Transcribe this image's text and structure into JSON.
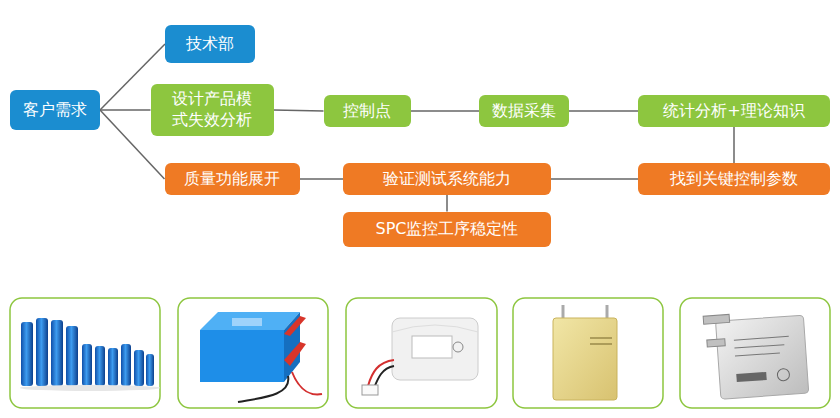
{
  "diagram": {
    "nodes": [
      {
        "text": [
          "客户需求"
        ]
      },
      {
        "text": [
          "技术部"
        ]
      },
      {
        "text": [
          "设计产品模式失效分析"
        ]
      },
      {
        "text": [
          "控制点"
        ]
      },
      {
        "text": [
          "数据采集"
        ]
      },
      {
        "text": [
          "统计分析+理论知识"
        ]
      },
      {
        "text": [
          "质量功能展开"
        ]
      },
      {
        "text": [
          "验证测试系统能力"
        ]
      },
      {
        "text": [
          "找到关键控制参数"
        ]
      },
      {
        "text": [
          "SPC监控工序稳定性"
        ]
      }
    ],
    "edges": [
      {
        "from": 0,
        "to": 1,
        "arrow": "none"
      },
      {
        "from": 0,
        "to": 2,
        "arrow": "none"
      },
      {
        "from": 0,
        "to": 6,
        "arrow": "none"
      },
      {
        "from": 2,
        "to": 3,
        "arrow": "none"
      },
      {
        "from": 3,
        "to": 4,
        "arrow": "none"
      },
      {
        "from": 4,
        "to": 5,
        "arrow": "none"
      },
      {
        "from": 5,
        "to": 8,
        "arrow": "none"
      },
      {
        "from": 8,
        "to": 7,
        "arrow": "none"
      },
      {
        "from": 7,
        "to": 6,
        "arrow": "none"
      },
      {
        "from": 7,
        "to": 9,
        "arrow": "none"
      }
    ]
  }
}
